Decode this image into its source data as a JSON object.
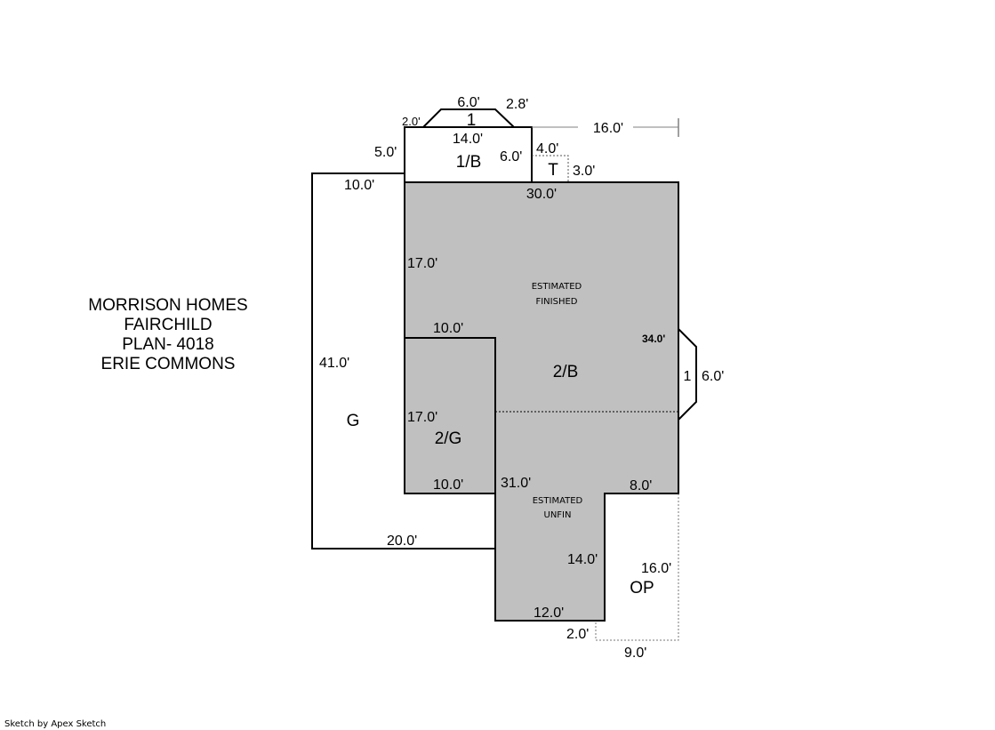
{
  "title_block": [
    "MORRISON HOMES",
    "FAIRCHILD",
    "PLAN- 4018",
    "ERIE COMMONS"
  ],
  "credit": "Sketch by Apex Sketch",
  "areas": {
    "main": "2/B",
    "bump_out": "1",
    "bump_top": "1",
    "first_floor": "1/B",
    "t": "T",
    "garage": "G",
    "garage2": "2/G",
    "porch": "OP"
  },
  "notes": {
    "finished1": "ESTIMATED",
    "finished2": "FINISHED",
    "unfin1": "ESTIMATED",
    "unfin2": "UNFIN"
  },
  "dims": {
    "top_6": "6.0'",
    "top_28": "2.8'",
    "top_20": "2.0'",
    "top_14": "14.0'",
    "d16_top": "16.0'",
    "d5": "5.0'",
    "d6": "6.0'",
    "d4": "4.0'",
    "d3": "3.0'",
    "d10a": "10.0'",
    "d30": "30.0'",
    "d17a": "17.0'",
    "d10b": "10.0'",
    "d34": "34.0'",
    "d6r": "6.0'",
    "d41": "41.0'",
    "d17b": "17.0'",
    "d10c": "10.0'",
    "d31": "31.0'",
    "d8": "8.0'",
    "d20": "20.0'",
    "d14": "14.0'",
    "d16b": "16.0'",
    "d12": "12.0'",
    "d2": "2.0'",
    "d9": "9.0'"
  },
  "colors": {
    "shade": "#c0c0c0",
    "line": "#000000",
    "dim_line": "#808080"
  }
}
